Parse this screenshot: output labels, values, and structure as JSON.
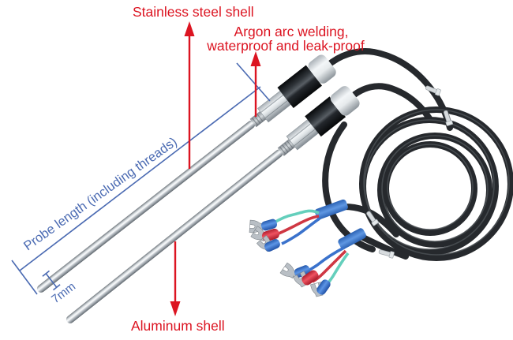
{
  "scene": {
    "background": "#ffffff",
    "subject": "annotated-product-photo-of-two-temperature-sensor-probes",
    "components": [
      "stainless-steel-probe",
      "probe-with-aluminum-shell",
      "black-cable-coil",
      "cable-ties",
      "fork-wire-terminals"
    ]
  },
  "annotations": {
    "red_color": "#dc1421",
    "blue_color": "#4a6ab2",
    "stainless_shell": "Stainless steel shell",
    "argon_line1": "Argon arc welding,",
    "argon_line2": "waterproof and leak-proof",
    "aluminum_shell": "Aluminum shell",
    "probe_length": "Probe length (including threads)",
    "probe_diameter": "7mm"
  },
  "palette": {
    "cable_black": "#26292d",
    "probe_silver": "#c6cbd0",
    "shell_black": "#17191c",
    "chrome": "#dfe3e6",
    "wire_teal": "#64cfbc",
    "wire_red": "#cf3743",
    "wire_blue": "#3a72cc",
    "terminal_silver": "#b9bfc5"
  }
}
